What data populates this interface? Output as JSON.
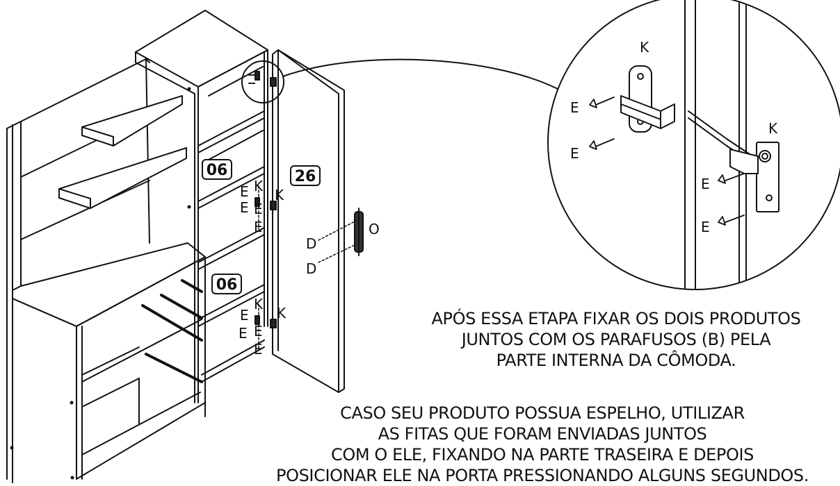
{
  "labels": {
    "part_06_upper": "06",
    "part_06_lower": "06",
    "part_26": "26",
    "hinge_k": "K",
    "screw_e": "E",
    "screw_d": "D",
    "handle_o": "O"
  },
  "notes": {
    "step_note": [
      "APÓS ESSA ETAPA FIXAR OS DOIS PRODUTOS",
      "JUNTOS COM OS PARAFUSOS (B) PELA",
      "PARTE INTERNA DA CÔMODA."
    ],
    "mirror_note": [
      "CASO SEU PRODUTO POSSUA ESPELHO, UTILIZAR",
      "AS FITAS QUE FORAM ENVIADAS JUNTOS",
      "COM O ELE, FIXANDO NA PARTE TRASEIRA E DEPOIS",
      "POSICIONAR ELE NA PORTA PRESSIONANDO ALGUNS SEGUNDOS."
    ]
  }
}
